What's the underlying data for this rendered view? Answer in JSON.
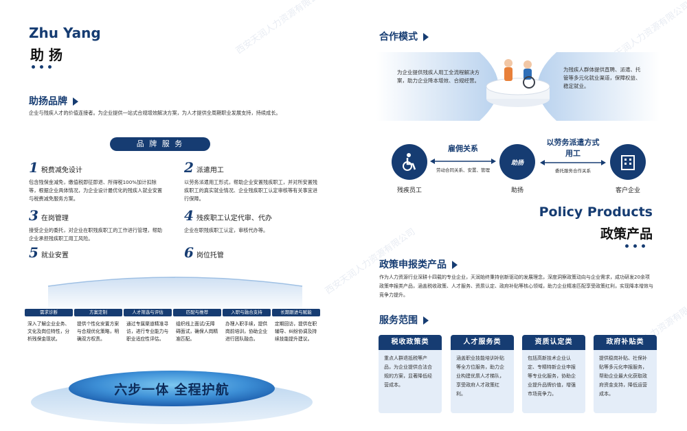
{
  "left": {
    "brand_en": "Zhu Yang",
    "brand_cn": "助 扬",
    "brand_section": {
      "title": "助扬品牌",
      "desc": "企业与残疾人才的价值连接者。为企业提供一站式合规增效解决方案，为人才提供全周期职业发展支持，持续成长。"
    },
    "brand_service_label": "品 牌 服 务",
    "services": [
      {
        "num": "1",
        "title": "税费减免设计",
        "desc": "包含残保金减免，缴值税即征即退、所得税100%加计扣除等，根据企业具体情况，为企业设计最优化的残疾人就业安置与税费减免服务方案。"
      },
      {
        "num": "2",
        "title": "派遣用工",
        "desc": "以劳务派遣用工形式，帮助企业安置残疾职工，并对所安置残疾职工的真实就业情况、企业残疾职工认定审核等有关事宜进行保障。"
      },
      {
        "num": "3",
        "title": "在岗管理",
        "desc": "接受企业的委托，对企业在职残疾职工的工作进行管理，帮助企业承担残疾职工用工风险。"
      },
      {
        "num": "4",
        "title": "残疾职工认定代审、代办",
        "desc": "企业在职残疾职工认定，审核代办等。"
      },
      {
        "num": "5",
        "title": "就业安置",
        "desc": ""
      },
      {
        "num": "6",
        "title": "岗位托管",
        "desc": ""
      }
    ],
    "steps": [
      {
        "head": "需求诊断",
        "text": "深入了解企业业务、文化及岗位特性，分析残保金现状。"
      },
      {
        "head": "方案定制",
        "text": "提供个性化安置方案与合规优化策略，明确双方权责。"
      },
      {
        "head": "人才筛选与评估",
        "text": "通过专属渠道精准寻访，进行专业能力与职业适应性评估。"
      },
      {
        "head": "匹配与推荐",
        "text": "组织线上面试/无障碍面试，确保人岗精准匹配。"
      },
      {
        "head": "入职与融合支持",
        "text": "办理入职手续，提供岗前培训，协助企业进行团队融合。"
      },
      {
        "head": "长期跟进与赋能",
        "text": "定期回访，提供在职辅导、纠纷协调及持续技能提升建议。"
      }
    ],
    "platform_text": "六步一体 全程护航"
  },
  "right": {
    "coop": {
      "title": "合作模式",
      "left_text": "为企业提供残疾人用工全流程解决方案，助力企业降本增效、合规经营。",
      "right_text": "为残疾人群体提供直聘、派遣、托管等多元化就业渠道，保障权益、稳定就业。"
    },
    "flow": {
      "node_left": "残疾员工",
      "node_mid": "助扬",
      "node_mid_logo": "助扬",
      "node_right": "客户企业",
      "rel_left": "雇佣关系",
      "rel_left_sub": "劳动合同关系、安置、管理",
      "rel_right": "以劳务派遣方式用工",
      "rel_right_sub": "委托服务合作关系"
    },
    "policy": {
      "title_en": "Policy Products",
      "title_cn": "政策产品",
      "sub_title": "政策申报类产品",
      "desc": "作为人力资源行业深耕十四载的专业企业，天润始终秉持创新驱动的发展理念，深度洞察政策动向与企业需求，成功研发20余项政策申报类产品，涵盖税收政策、人才服务、资质认定、政府补贴等核心领域，助力企业精准匹配享受政策红利，实现降本增效与竞争力提升。"
    },
    "scope": {
      "title": "服务范围",
      "cards": [
        {
          "title": "税收政策类",
          "text": "重点人群退抵税等产品，为企业提供合法合规的方案，显著降低经营成本。"
        },
        {
          "title": "人才服务类",
          "text": "涵盖职业技能培训补贴等全方位服务，助力企业构建优质人才梯队，享受政府人才政策红利。"
        },
        {
          "title": "资质认定类",
          "text": "包括高新技术企业认定、专精特新企业申报等专业化服务，协助企业提升品牌价值，增强市场竞争力。"
        },
        {
          "title": "政府补贴类",
          "text": "提供稳岗补贴、社保补贴等多元化申报服务，帮助企业最大化获取政府资金支持，降低运营成本。"
        }
      ]
    }
  },
  "watermark": "西安天润人力资源有限公司"
}
